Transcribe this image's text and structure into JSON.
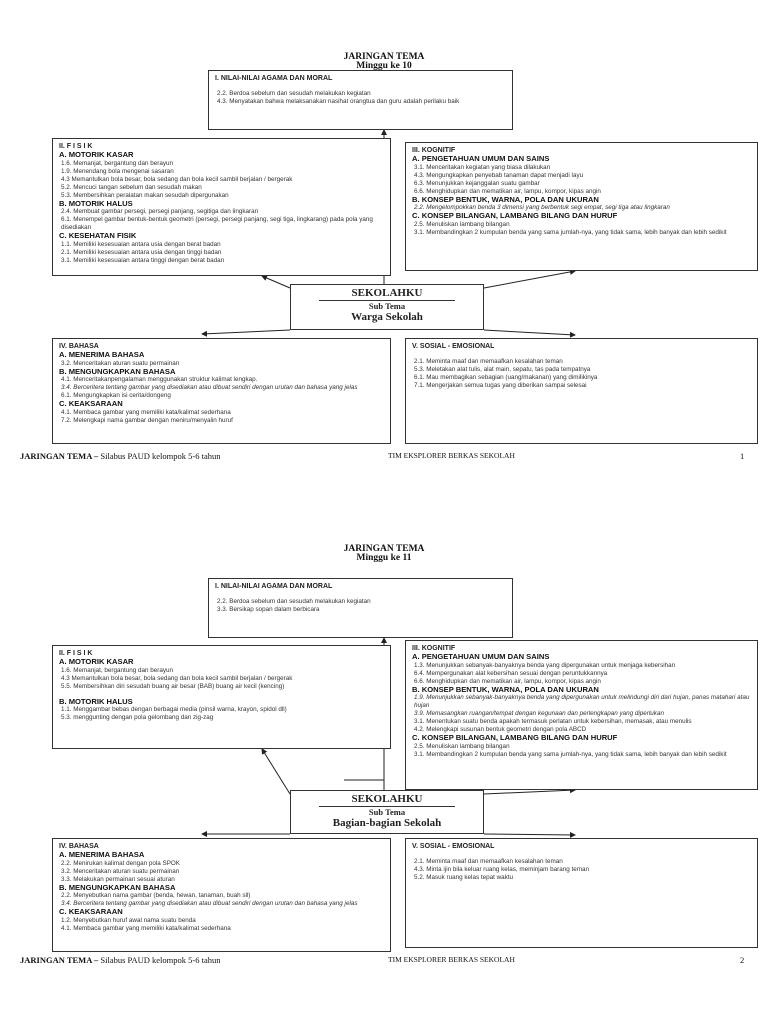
{
  "pages": [
    {
      "title": "JARINGAN TEMA",
      "week": "Minggu ke 10",
      "agama": {
        "title": "I. NILAI-NILAI AGAMA DAN MORAL",
        "items": [
          "2.2. Berdoa sebelum dan sesudah melakukan kegiatan",
          "4.3. Menyatakan bahwa melaksanakan nasihat orangtua dan guru adalah perilaku baik"
        ]
      },
      "fisik": {
        "title": "II. F I S I K",
        "sections": [
          {
            "heading": "A. MOTORIK KASAR",
            "items": [
              {
                "text": "1.6. Memanjat, bergantung dan berayun"
              },
              {
                "text": "1.9. Menendang bola mengenai sasaran"
              },
              {
                "text": "4.3  Memantulkan bola besar, bola sedang dan bola kecil sambil berjalan / bergerak"
              },
              {
                "text": "5.2. Mencuci tangan sebelum dan sesudah makan"
              },
              {
                "text": "5.3. Membersihkan peralatan makan sesudah dipergunakan"
              }
            ]
          },
          {
            "heading": "B. MOTORIK HALUS",
            "items": [
              {
                "text": "2.4. Membuat gambar  persegi, persegi panjang, segitiga dan lingkaran"
              },
              {
                "text": "6.1. Menempel gambar  bentuk-bentuk geometri (persegi, persegi panjang, segi tiga, lingkarang) pada pola yang disediakan"
              }
            ]
          },
          {
            "heading": "C. KESEHATAN FISIK",
            "items": [
              {
                "text": "1.1.  Memiliki kesesuaian antara usia dengan berat badan"
              },
              {
                "text": "2.1. Memiliki kesesuaian antara usia dengan tinggi badan"
              },
              {
                "text": "3.1. Memiliki kesesuaian antara tinggi dengan berat badan"
              }
            ]
          }
        ]
      },
      "kognitif": {
        "title": "III. KOGNITIF",
        "sections": [
          {
            "heading": "A. PENGETAHUAN UMUM DAN SAINS",
            "items": [
              {
                "text": "3.1. Menceritakan kegiatan yang biasa dilakukan"
              },
              {
                "text": "4.3. Mengungkapkan penyebab tanaman dapat menjadi layu"
              },
              {
                "text": "6.3. Menunjukkan kejanggalan suatu gambar"
              },
              {
                "text": "6.6. Menghidupkan dan mematikan air, lampu, kompor, kipas angin"
              }
            ]
          },
          {
            "heading": "B. KONSEP BENTUK, WARNA, POLA DAN UKURAN",
            "items": [
              {
                "text": "2.2. Mengelompokkan benda 3 dimensi yang berbentuk segi empat, segi tiga atau lingkaran",
                "italic": true
              }
            ]
          },
          {
            "heading": "C. KONSEP BILANGAN, LAMBANG BILANG DAN HURUF",
            "items": [
              {
                "text": "2.5. Menuliskan lambang bilangan"
              },
              {
                "text": "3.1. Membandingkan 2 kumpulan benda  yang sama jumlah-nya, yang tidak sama, lebih banyak dan lebih sedikit"
              }
            ]
          }
        ]
      },
      "center": {
        "main": "SEKOLAHKU",
        "sub_label": "Sub Tema",
        "sub": "Warga Sekolah"
      },
      "bahasa": {
        "title": "IV. BAHASA",
        "sections": [
          {
            "heading": "A. MENERIMA BAHASA",
            "items": [
              {
                "text": "3.2. Menceritakan aturan suatu permainan"
              }
            ]
          },
          {
            "heading": "B. MENGUNGKAPKAN BAHASA",
            "items": [
              {
                "text": "4.1. Menceritakanpengalaman menggunakan struktur kalimat lengkap."
              },
              {
                "text": "3.4. Berceritera tentang gambar yang disediakan atau dibuat sendiri dengan urutan dan bahasa yang jelas",
                "italic": true
              },
              {
                "text": "6.1. Mengungkapkan isi cerita/dongeng"
              }
            ]
          },
          {
            "heading": "C. KEAKSARAAN",
            "items": [
              {
                "text": "4.1. Membaca gambar yang memiliki kata/kalimat sederhana"
              },
              {
                "text": "7.2. Melengkapi nama gambar dengan meniru/menyalin  huruf"
              }
            ]
          }
        ]
      },
      "sosial": {
        "title": "V. SOSIAL - EMOSIONAL",
        "items": [
          "2.1. Meminta maaf dan memaafkan kesalahan teman",
          "5.3. Meletakan alat tulis, alat main, sepatu, tas pada tempatnya",
          "6.1. Mau membagikan sebagian (uang/makanan) yang dimilikinya",
          "7.1. Mengerjakan semua tugas yang diberikan sampai selesai"
        ]
      },
      "footer": {
        "left_bold": "JARINGAN TEMA –",
        "left": " Silabus PAUD kelompok 5-6 tahun",
        "center": "TIM EKSPLORER BERKAS SEKOLAH",
        "page": "1"
      }
    },
    {
      "title": "JARINGAN TEMA",
      "week": "Minggu ke 11",
      "agama": {
        "title": "I. NILAI-NILAI AGAMA DAN MORAL",
        "items": [
          "2.2. Berdoa sebelum dan sesudah melakukan kegiatan",
          "3.3. Bersikap sopan dalam berbicara"
        ]
      },
      "fisik": {
        "title": "II. F I S I K",
        "sections": [
          {
            "heading": "A. MOTORIK KASAR",
            "items": [
              {
                "text": "1.6. Memanjat, bergantung dan berayun"
              },
              {
                "text": "4.3  Memantulkan bola besar, bola sedang dan bola kecil sambil berjalan / bergerak"
              },
              {
                "text": "5.5. Membersihkan diri sesudah buang air besar (BAB) buang air kecil (kencing)"
              }
            ]
          },
          {
            "heading": "B. MOTORIK HALUS",
            "items": [
              {
                "text": "1.1. Menggambar bebas dengan berbagai media (pinsil warna, krayon, spidol dll)"
              },
              {
                "text": "5.3. menggunting dengan pola gelombang dan zig-zag"
              }
            ]
          }
        ]
      },
      "kognitif": {
        "title": "III. KOGNITIF",
        "sections": [
          {
            "heading": "A. PENGETAHUAN UMUM DAN SAINS",
            "items": [
              {
                "text": "1.3. Menunjukkan sebanyak-banyaknya benda yang dipergunakan untuk menjaga kebersihan"
              },
              {
                "text": "6.4. Mempergunakan alat kebersihan sesuai dengan peruntukkannya"
              },
              {
                "text": "6.6. Menghidupkan dan mematikan air, lampu, kompor, kipas angin"
              }
            ]
          },
          {
            "heading": "B. KONSEP BENTUK, WARNA, POLA DAN UKURAN",
            "items": [
              {
                "text": "1.9. Menunjukkan sebanyak-banyaknya benda yang dipergunakan untuk melindungi diri dari hujan, panas matahari atau hujan",
                "italic": true
              },
              {
                "text": "3.9. Memasangkan ruangan/tempat dengan kegunaan dan perlengkapan yang diperlukan",
                "italic": true
              },
              {
                "text": "3.1. Menentukan suatu benda apakah termasuk perlatan untuk kebersihan, memasak, atau menulis"
              },
              {
                "text": "4.2. Melengkapi susunan bentuk geometri dengan pola ABCD"
              }
            ]
          },
          {
            "heading": "C. KONSEP BILANGAN, LAMBANG BILANG DAN HURUF",
            "items": [
              {
                "text": "2.5. Menuliskan lambang bilangan"
              },
              {
                "text": "3.1. Membandingkan 2 kumpulan benda  yang sama jumlah-nya, yang tidak sama, lebih banyak dan lebih sedikit"
              }
            ]
          }
        ]
      },
      "center": {
        "main": "SEKOLAHKU",
        "sub_label": "Sub Tema",
        "sub": "Bagian-bagian Sekolah"
      },
      "bahasa": {
        "title": "IV. BAHASA",
        "sections": [
          {
            "heading": "A. MENERIMA BAHASA",
            "items": [
              {
                "text": "2.2. Menirukan kalimat dengan pola SPOK"
              },
              {
                "text": "3.2. Menceritakan aturan suatu permainan"
              },
              {
                "text": "3.3. Melakukan permainan sesuai aturan"
              }
            ]
          },
          {
            "heading": "B. MENGUNGKAPKAN BAHASA",
            "items": [
              {
                "text": "2.2. Menyebutkan nama gambar (benda, hewan, tanaman, buah sll)"
              },
              {
                "text": "3.4. Berceritera tentang gambar yang disediakan atau dibuat sendiri dengan urutan dan bahasa yang jelas",
                "italic": true
              }
            ]
          },
          {
            "heading": "C. KEAKSARAAN",
            "items": [
              {
                "text": "1.2. Menyebutkan huruf awal nama suatu benda"
              },
              {
                "text": "4.1. Membaca gambar yang memiliki kata/kalimat sederhana"
              }
            ]
          }
        ]
      },
      "sosial": {
        "title": "V. SOSIAL - EMOSIONAL",
        "items": [
          "2.1. Meminta maaf dan memaafkan kesalahan teman",
          "4.3. Minta ijin bila keluar ruang kelas, meminjam barang teman",
          "5.2. Masuk ruang kelas  tepat waktu"
        ]
      },
      "footer": {
        "left_bold": "JARINGAN TEMA –",
        "left": " Silabus PAUD kelompok 5-6 tahun",
        "center": "TIM EKSPLORER BERKAS SEKOLAH",
        "page": "2"
      }
    }
  ]
}
